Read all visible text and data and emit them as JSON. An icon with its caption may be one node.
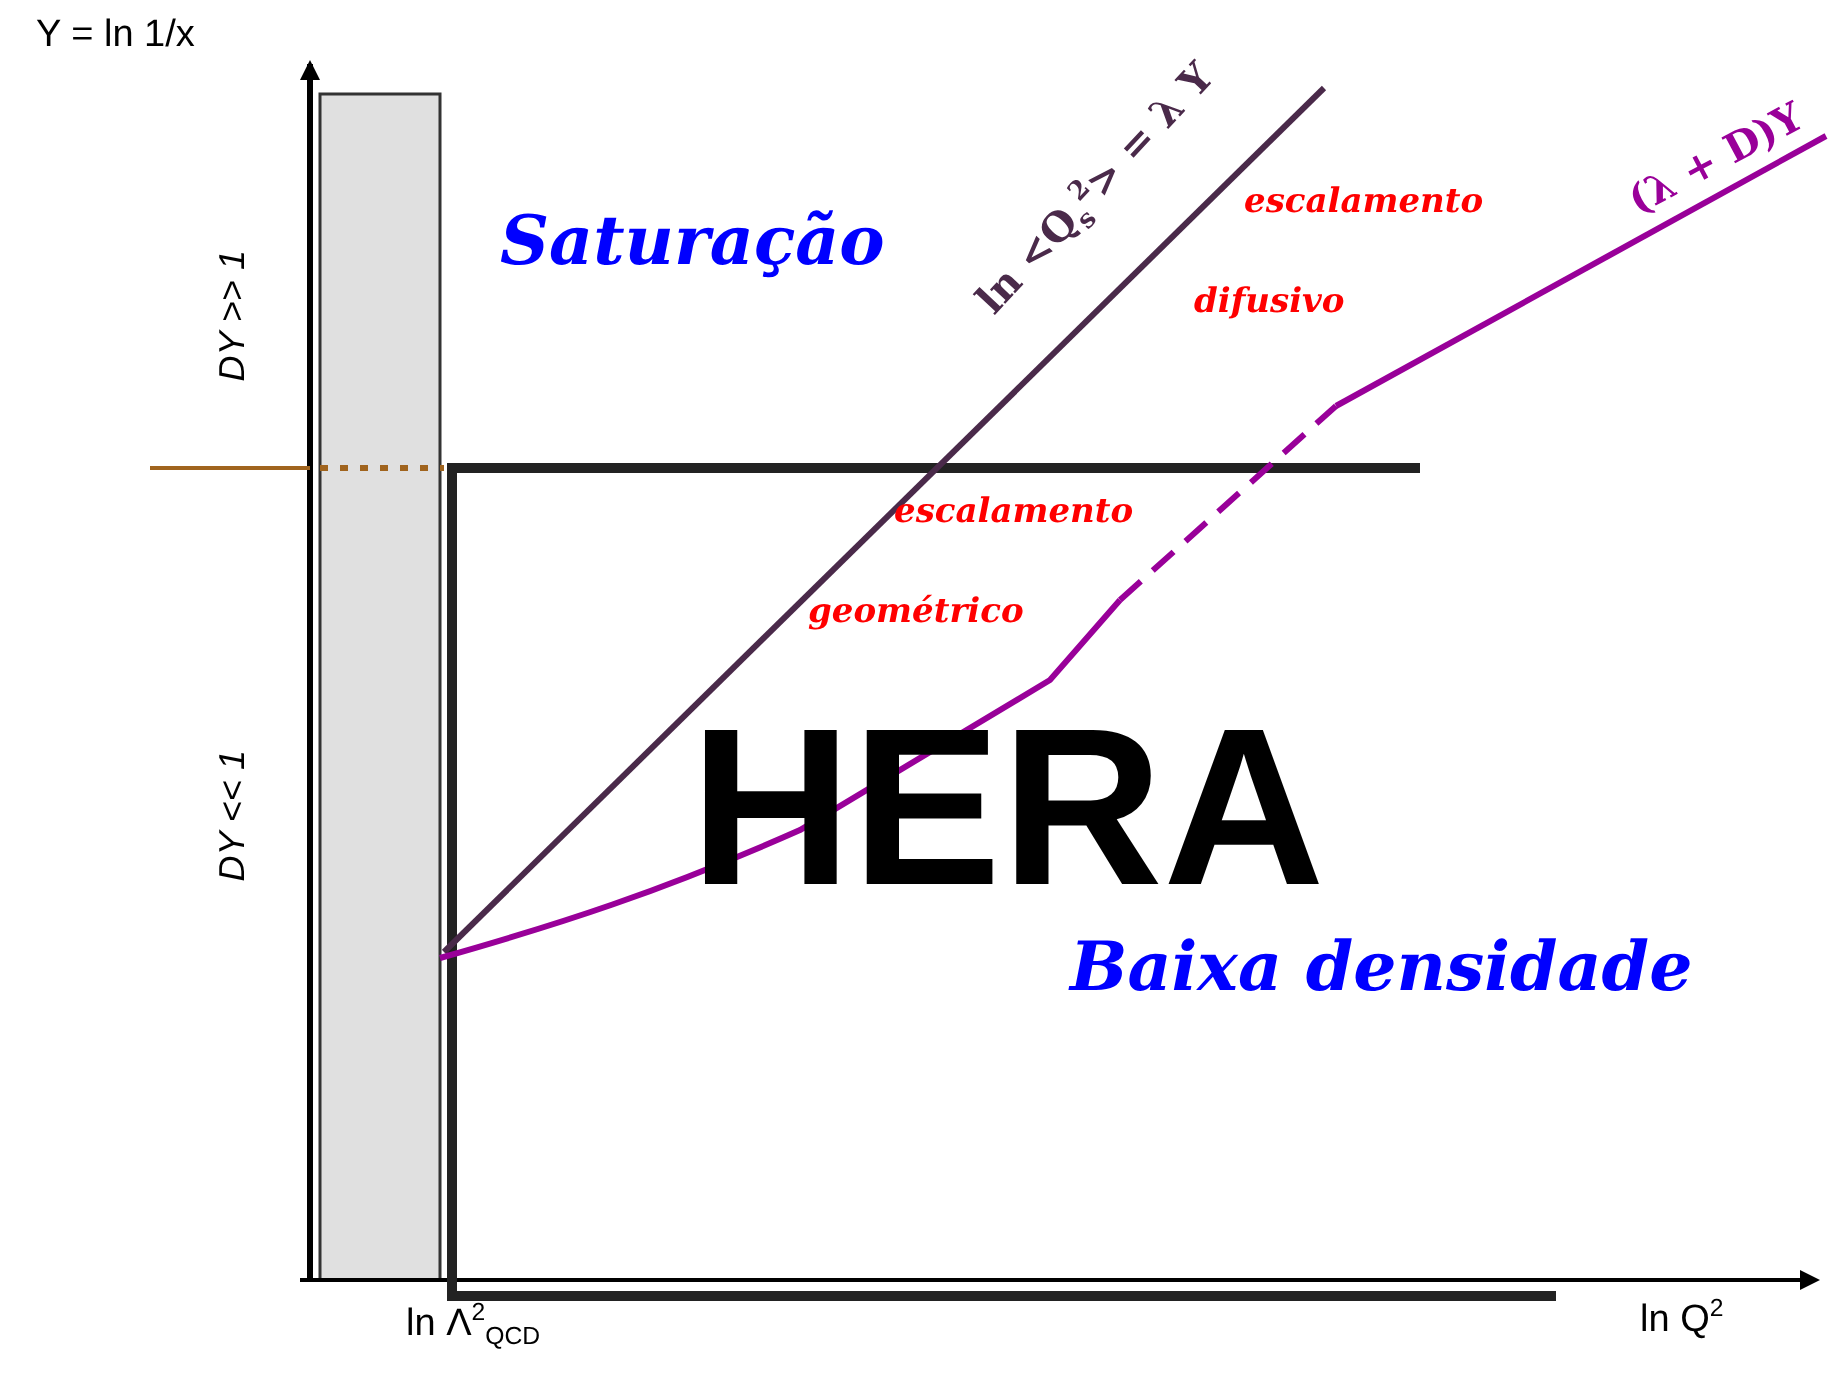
{
  "diagram": {
    "labels": [
      "Y = ln 1/x",
      "DY >> 1",
      "Saturação",
      "ln <Q$_{s}$$^{2}$> = λ Y",
      "escalamento",
      "difusivo",
      "(λ + D)Y",
      "escalamento",
      "geométrico",
      "DY << 1",
      "HERA",
      "Baixa densidade",
      "ln Λ$^{2}$$_{QCD}$",
      "ln Q$^{2}$"
    ]
  }
}
